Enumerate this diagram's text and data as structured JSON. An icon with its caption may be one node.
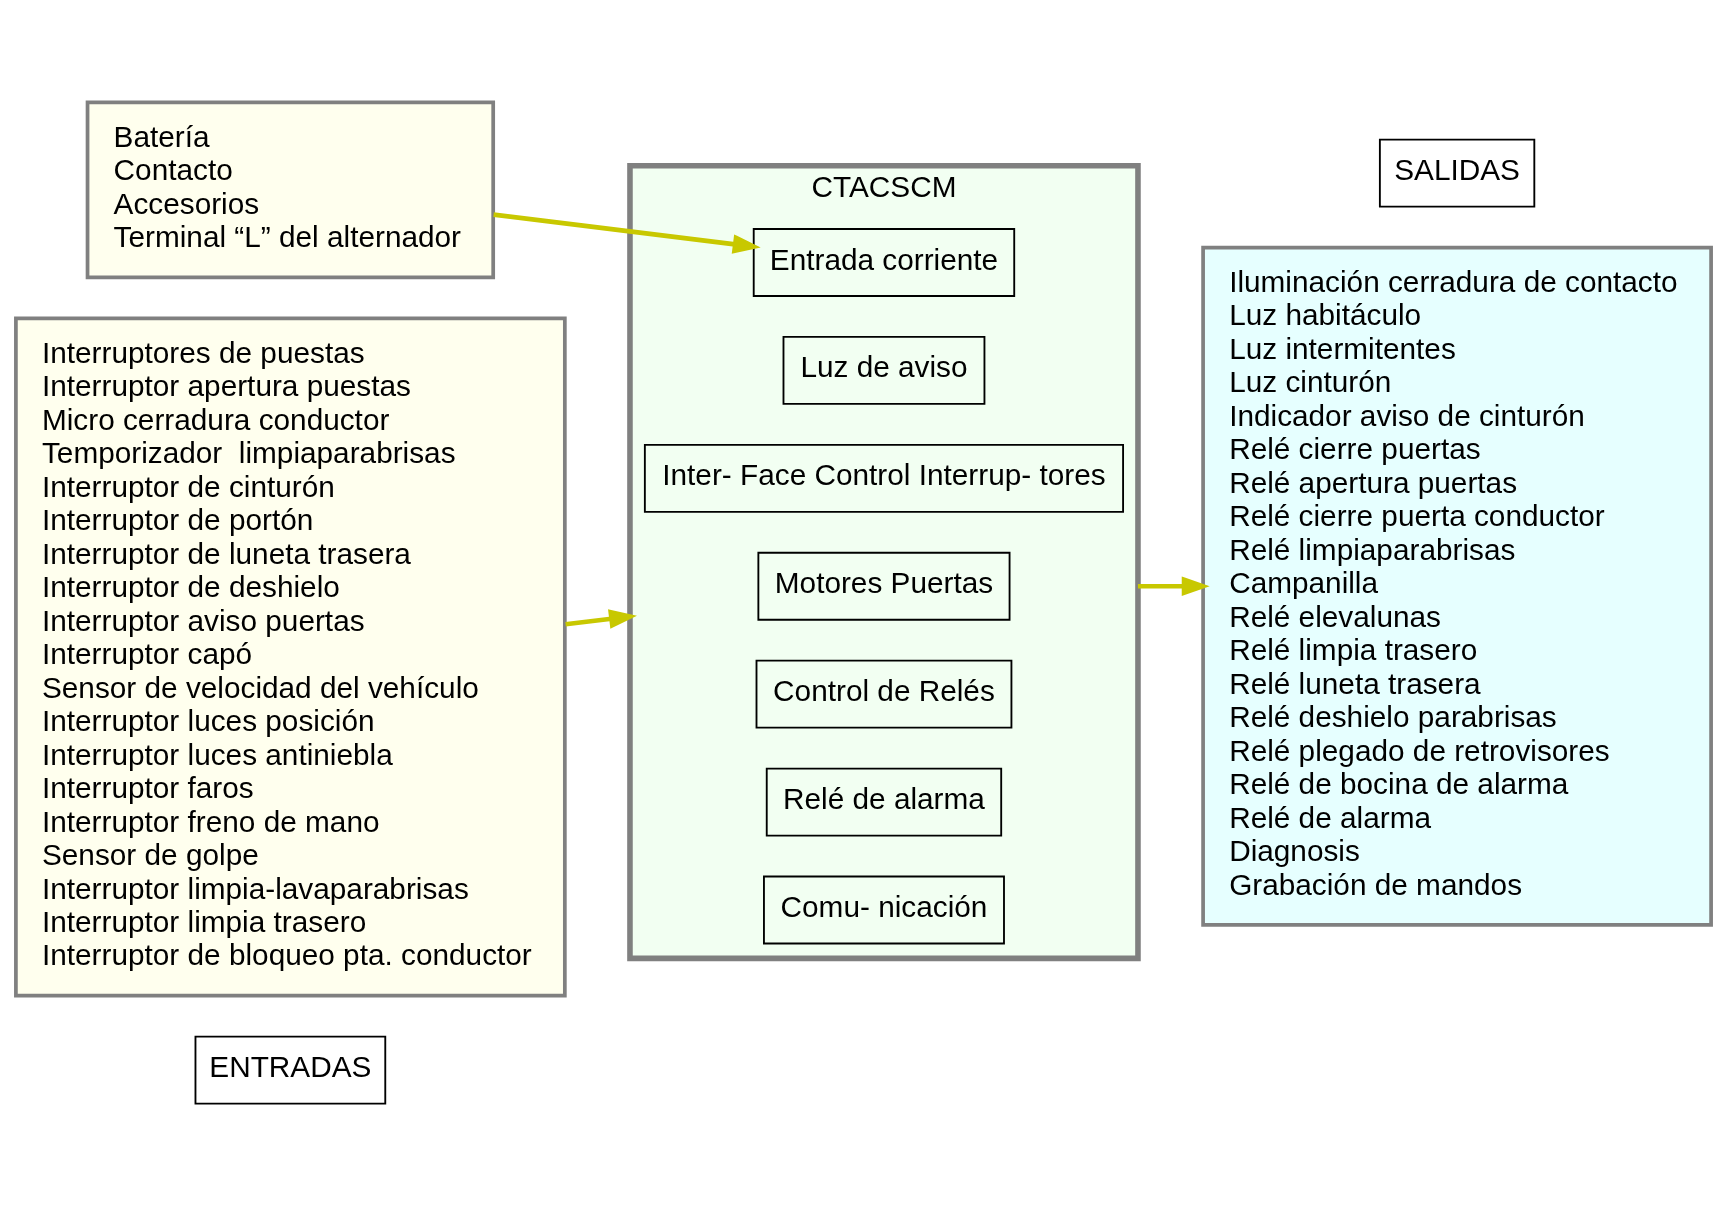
{
  "diagram": {
    "nodes": [
      {
        "text": [
          "ENTRADAS"
        ]
      },
      {
        "text": [
          "Batería",
          "Contacto",
          "Accesorios",
          "Terminal “L” del alternador"
        ]
      },
      {
        "text": [
          "Interruptores de puestas",
          "Interruptor apertura puestas",
          "Micro cerradura conductor",
          "Temporizador  limpiaparabrisas",
          "Interruptor de cinturón",
          "Interruptor de portón",
          "Interruptor de luneta trasera",
          "Interruptor de deshielo",
          "Interruptor aviso puertas",
          "Interruptor capó",
          "Sensor de velocidad del vehículo",
          "Interruptor luces posición",
          "Interruptor luces antiniebla",
          "Interruptor faros",
          "Interruptor freno de mano",
          "Sensor de golpe",
          "Interruptor limpia-lavaparabrisas",
          "Interruptor limpia trasero",
          "Interruptor de bloqueo pta. conductor"
        ]
      },
      {
        "text": [
          "CTACSCM"
        ]
      },
      {
        "text": [
          "Entrada corriente"
        ],
        "in": 3
      },
      {
        "text": [
          "Luz de aviso"
        ],
        "in": 3
      },
      {
        "text": [
          "Inter- Face Control Interrup- tores"
        ],
        "in": 3
      },
      {
        "text": [
          "Motores Puertas"
        ],
        "in": 3
      },
      {
        "text": [
          "Control de Relés"
        ],
        "in": 3
      },
      {
        "text": [
          "Relé de alarma"
        ],
        "in": 3
      },
      {
        "text": [
          "Comu- nicación"
        ],
        "in": 3
      },
      {
        "text": [
          "SALIDAS"
        ]
      },
      {
        "text": [
          "Iluminación cerradura de contacto",
          "Luz habitáculo",
          "Luz intermitentes",
          "Luz cinturón",
          "Indicador aviso de cinturón",
          "Relé cierre puertas",
          "Relé apertura puertas",
          "Relé cierre puerta conductor",
          "Relé limpiaparabrisas",
          "Campanilla",
          "Relé elevalunas",
          "Relé limpia trasero",
          "Relé luneta trasera",
          "Relé deshielo parabrisas",
          "Relé plegado de retrovisores",
          "Relé de bocina de alarma",
          "Relé de alarma",
          "Diagnosis",
          "Grabación de mandos"
        ]
      }
    ],
    "edges": [
      {
        "from": 1,
        "to": 4,
        "arrow": "to"
      },
      {
        "from": 2,
        "to": 3,
        "arrow": "to"
      },
      {
        "from": 3,
        "to": 12,
        "arrow": "to"
      }
    ]
  }
}
